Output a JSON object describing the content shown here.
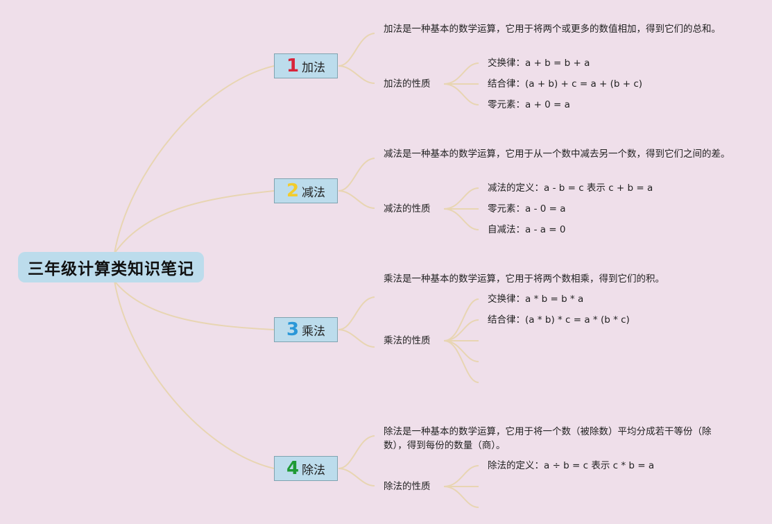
{
  "root": {
    "label": "三年级计算类知识笔记"
  },
  "branches": [
    {
      "number": "1",
      "number_color": "#d8243a",
      "label": "加法",
      "definition": "加法是一种基本的数学运算，它用于将两个或更多的数值相加，得到它们的总和。",
      "properties_label": "加法的性质",
      "properties": [
        "交换律：a + b = b + a",
        "结合律：(a + b) + c = a + (b + c)",
        "零元素：a + 0 = a"
      ]
    },
    {
      "number": "2",
      "number_color": "#f2cc2c",
      "label": "减法",
      "definition": "减法是一种基本的数学运算，它用于从一个数中减去另一个数，得到它们之间的差。",
      "properties_label": "减法的性质",
      "properties": [
        "减法的定义：a - b = c 表示 c + b = a",
        "零元素：a - 0 = a",
        "自减法：a - a = 0"
      ]
    },
    {
      "number": "3",
      "number_color": "#2a97d8",
      "label": "乘法",
      "definition": "乘法是一种基本的数学运算，它用于将两个数相乘，得到它们的积。",
      "properties_label": "乘法的性质",
      "properties": [
        "交换律：a * b = b * a",
        "结合律：(a * b) * c = a * (b * c)"
      ]
    },
    {
      "number": "4",
      "number_color": "#1f9a35",
      "label": "除法",
      "definition": "除法是一种基本的数学运算，它用于将一个数（被除数）平均分成若干等份（除数），得到每份的数量（商）。",
      "properties_label": "除法的性质",
      "properties": [
        "除法的定义：a ÷ b = c 表示 c * b = a"
      ]
    }
  ],
  "colors": {
    "background": "#efdfea",
    "node_fill": "#bcdcec",
    "connector": "#e8d5b2"
  }
}
